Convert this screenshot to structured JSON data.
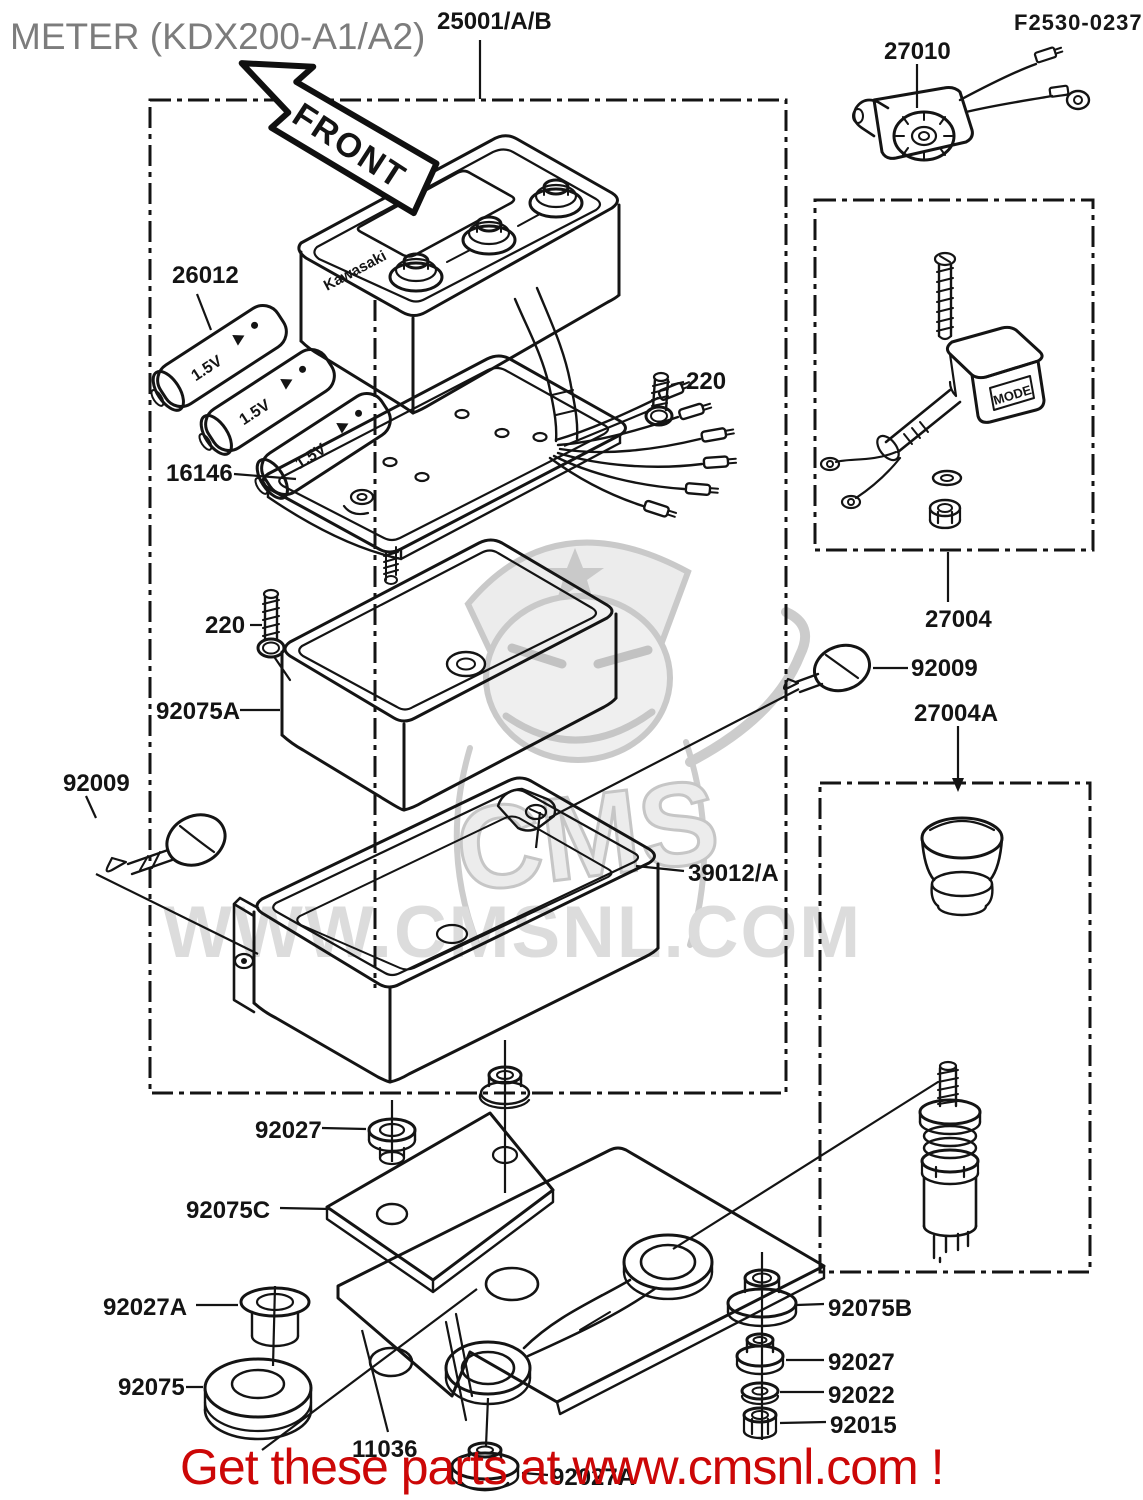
{
  "header": {
    "title": "METER (KDX200-A1/A2)",
    "diagram_code": "F2530-0237"
  },
  "front_arrow": {
    "label": "FRONT"
  },
  "watermark": {
    "logo": "CMS",
    "url": "WWW.CMSNL.COM"
  },
  "footer": {
    "promo": "Get these parts at www.cmsnl.com !"
  },
  "meter": {
    "brand": "Kawasaki",
    "battery_marking": "1.5V",
    "switch_mode": "MODE"
  },
  "parts": {
    "meter_assy": "25001/A/B",
    "switch_27010": "27010",
    "battery": "26012",
    "screw_220_right": "220",
    "gasket": "16146",
    "screw_220_left": "220",
    "case_upper": "92075A",
    "screw_92009_left": "92009",
    "switch_assy": "27004",
    "screw_92009_right": "92009",
    "switch_single": "27004A",
    "case_lower": "39012/A",
    "bushing_mid": "92027",
    "damper_plate": "92075C",
    "grommet_left": "92027A",
    "grommet_right": "92075B",
    "damper_ring": "92075",
    "bushing_right": "92027",
    "washer": "92022",
    "nut": "92015",
    "bracket": "11036",
    "grommet_bottom": "92027A"
  },
  "colors": {
    "line_black": "#141414",
    "title_gray": "#7c7c7c",
    "footer_red": "#cc0707",
    "watermark_gray": "#d9d9d9"
  }
}
